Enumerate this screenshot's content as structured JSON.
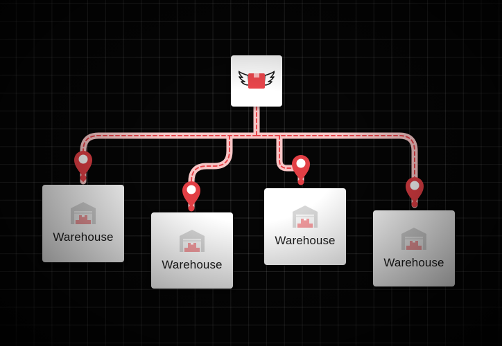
{
  "hub": {
    "icon": "winged-package-icon"
  },
  "warehouses": [
    {
      "label": "Warehouse",
      "icon": "warehouse-icon"
    },
    {
      "label": "Warehouse",
      "icon": "warehouse-icon"
    },
    {
      "label": "Warehouse",
      "icon": "warehouse-icon"
    },
    {
      "label": "Warehouse",
      "icon": "warehouse-icon"
    }
  ],
  "colors": {
    "route": "#f7c6c6",
    "route_dash": "#e8454b",
    "pin": "#e23f45",
    "card": "#ffffff",
    "background": "#050505"
  }
}
